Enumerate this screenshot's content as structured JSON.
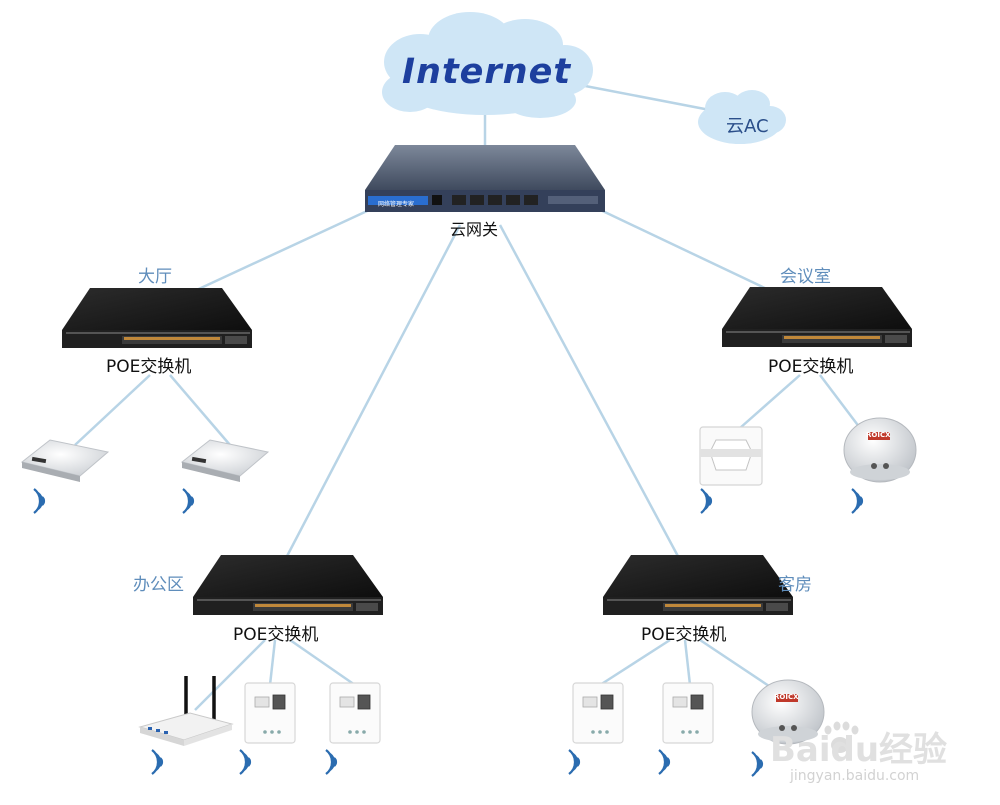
{
  "internet_label": "Internet",
  "cloud_ac_label": "云AC",
  "gateway_label": "云网关",
  "gateway_front_text": "网络管理专家",
  "switch_label": "POE交换机",
  "zones": {
    "lobby": "大厅",
    "meeting_room": "会议室",
    "office": "办公区",
    "guest_room": "客房"
  },
  "ap_brand": "ROICX",
  "watermark": {
    "brand": "Baidu经验",
    "url": "jingyan.baidu.com"
  },
  "colors": {
    "link": "#b8d4e6",
    "cloud": "#cfe6f6",
    "switch": "#1a1a1a",
    "zone_label": "#5f8dbb"
  }
}
